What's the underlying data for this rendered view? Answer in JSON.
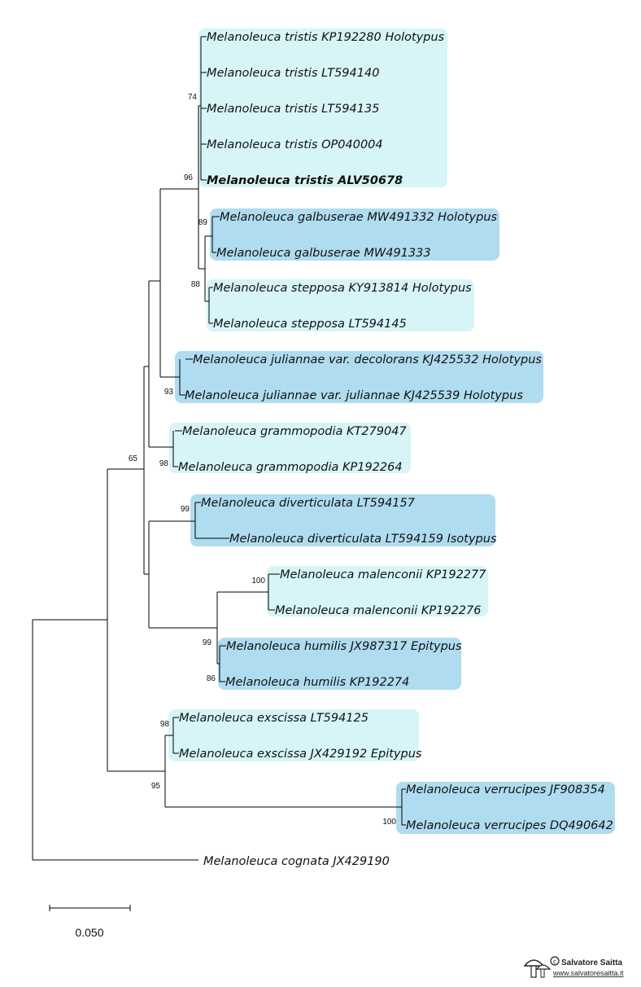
{
  "colors": {
    "light": "#d7f5f7",
    "dark": "#afdcef"
  },
  "taxa": [
    {
      "label": "Melanoleuca tristis KP192280 Holotypus"
    },
    {
      "label": "Melanoleuca tristis LT594140"
    },
    {
      "label": "Melanoleuca tristis LT594135"
    },
    {
      "label": "Melanoleuca tristis OP040004"
    },
    {
      "label": "Melanoleuca tristis ALV50678",
      "bold": true
    },
    {
      "label": "Melanoleuca galbuserae MW491332 Holotypus"
    },
    {
      "label": "Melanoleuca galbuserae MW491333"
    },
    {
      "label": "Melanoleuca stepposa KY913814 Holotypus"
    },
    {
      "label": "Melanoleuca stepposa LT594145"
    },
    {
      "label": "Melanoleuca juliannae var. decolorans KJ425532 Holotypus"
    },
    {
      "label": "Melanoleuca juliannae var. juliannae KJ425539 Holotypus"
    },
    {
      "label": "Melanoleuca grammopodia KT279047"
    },
    {
      "label": "Melanoleuca grammopodia KP192264"
    },
    {
      "label": "Melanoleuca diverticulata LT594157"
    },
    {
      "label": "Melanoleuca diverticulata LT594159 Isotypus"
    },
    {
      "label": "Melanoleuca malenconii KP192277"
    },
    {
      "label": "Melanoleuca malenconii KP192276"
    },
    {
      "label": "Melanoleuca humilis JX987317 Epitypus"
    },
    {
      "label": "Melanoleuca humilis KP192274"
    },
    {
      "label": "Melanoleuca exscissa LT594125"
    },
    {
      "label": "Melanoleuca exscissa JX429192 Epitypus"
    },
    {
      "label": "Melanoleuca verrucipes JF908354"
    },
    {
      "label": "Melanoleuca verrucipes DQ490642"
    },
    {
      "label": "Melanoleuca cognata JX429190"
    }
  ],
  "supports": [
    "74",
    "96",
    "89",
    "88",
    "93",
    "98",
    "65",
    "99",
    "100",
    "99",
    "86",
    "98",
    "95",
    "100"
  ],
  "scale_bar": {
    "label": "0.050"
  },
  "credit": {
    "name": "Salvatore Saitta",
    "url": "www.salvatoresaitta.it"
  }
}
